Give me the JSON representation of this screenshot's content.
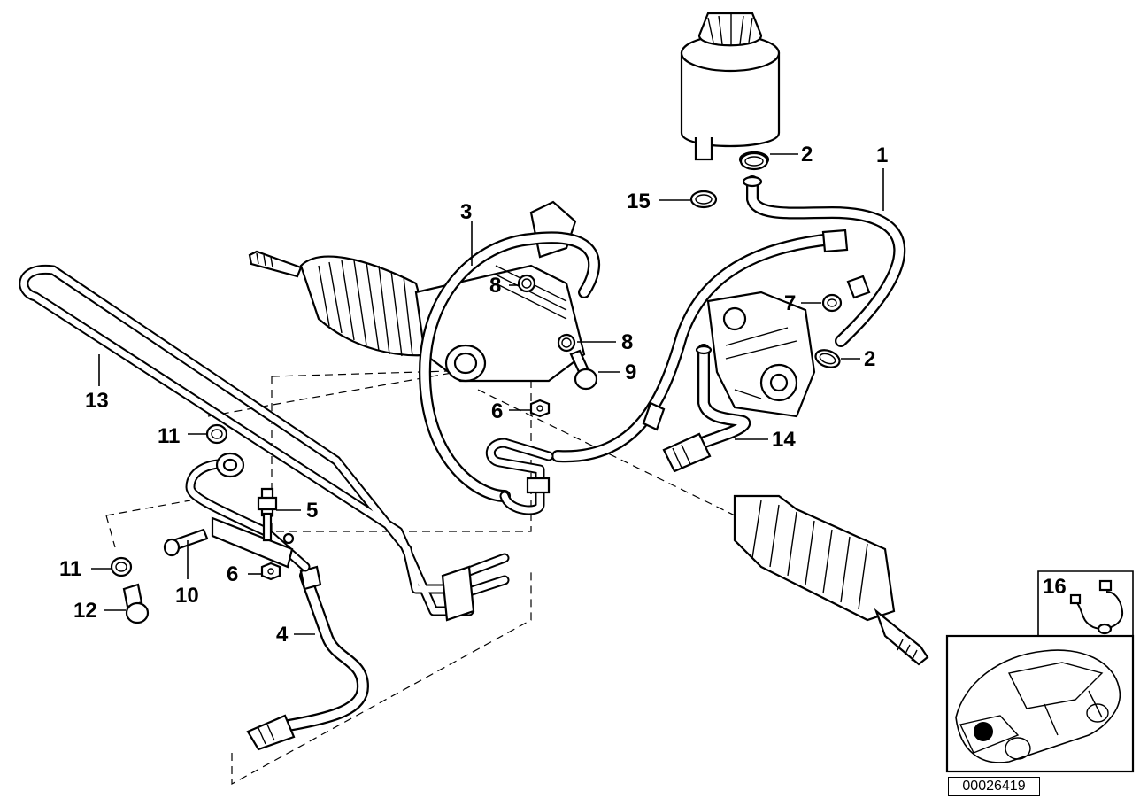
{
  "diagram": {
    "callouts": [
      "1",
      "2",
      "2",
      "3",
      "4",
      "5",
      "6",
      "6",
      "7",
      "8",
      "8",
      "9",
      "10",
      "11",
      "11",
      "12",
      "13",
      "14",
      "15",
      "16"
    ],
    "document_number": "00026419",
    "locator_marker_color": "#000000",
    "line_color": "#000000",
    "background_color": "#ffffff"
  }
}
